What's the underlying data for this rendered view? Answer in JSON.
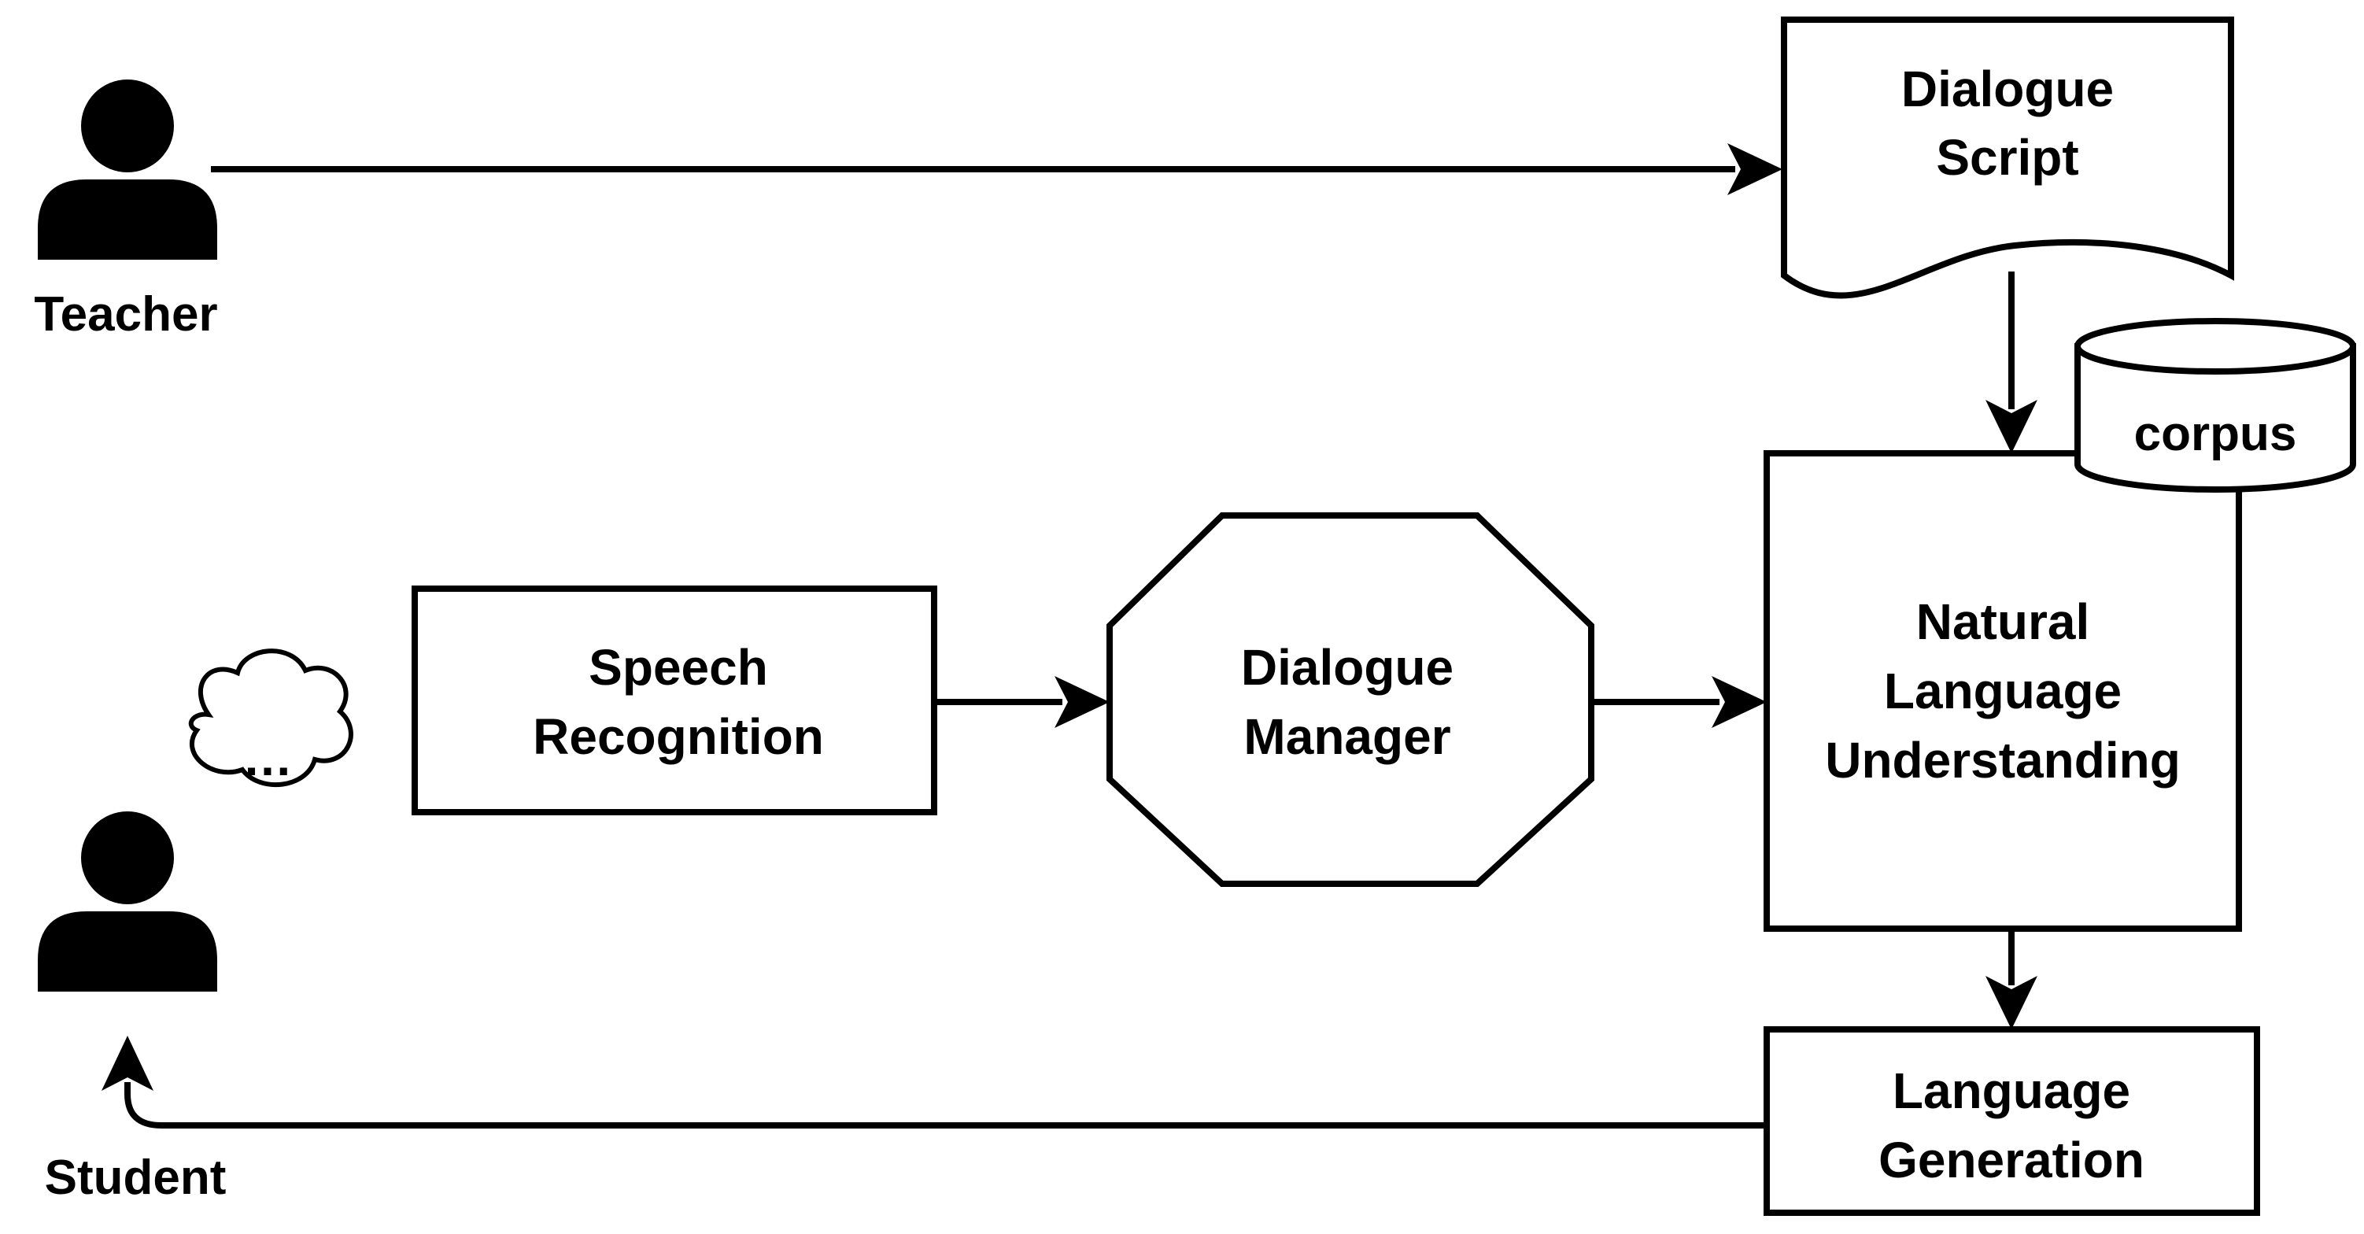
{
  "actors": {
    "teacher": {
      "label": "Teacher",
      "icon": "person-icon"
    },
    "student": {
      "label": "Student",
      "icon": "person-icon"
    }
  },
  "thought_bubble": {
    "text": "…",
    "icon": "thought-cloud-icon"
  },
  "nodes": {
    "dialogue_script": {
      "lines": [
        "Dialogue",
        "Script"
      ],
      "shape": "document"
    },
    "corpus": {
      "label": "corpus",
      "shape": "database-cylinder"
    },
    "speech_recognition": {
      "lines": [
        "Speech",
        "Recognition"
      ],
      "shape": "rectangle"
    },
    "dialogue_manager": {
      "lines": [
        "Dialogue",
        "Manager"
      ],
      "shape": "octagon"
    },
    "nlu": {
      "lines": [
        "Natural",
        "Language",
        "Understanding"
      ],
      "shape": "rectangle"
    },
    "language_generation": {
      "lines": [
        "Language",
        "Generation"
      ],
      "shape": "rectangle"
    }
  },
  "edges": [
    {
      "from": "Teacher",
      "to": "Dialogue Script"
    },
    {
      "from": "Dialogue Script",
      "to": "Natural Language Understanding"
    },
    {
      "from": "Speech Recognition",
      "to": "Dialogue Manager"
    },
    {
      "from": "Dialogue Manager",
      "to": "Natural Language Understanding"
    },
    {
      "from": "Natural Language Understanding",
      "to": "Language Generation"
    },
    {
      "from": "Language Generation",
      "to": "Student"
    }
  ],
  "colors": {
    "stroke": "#000000",
    "background": "#ffffff"
  }
}
